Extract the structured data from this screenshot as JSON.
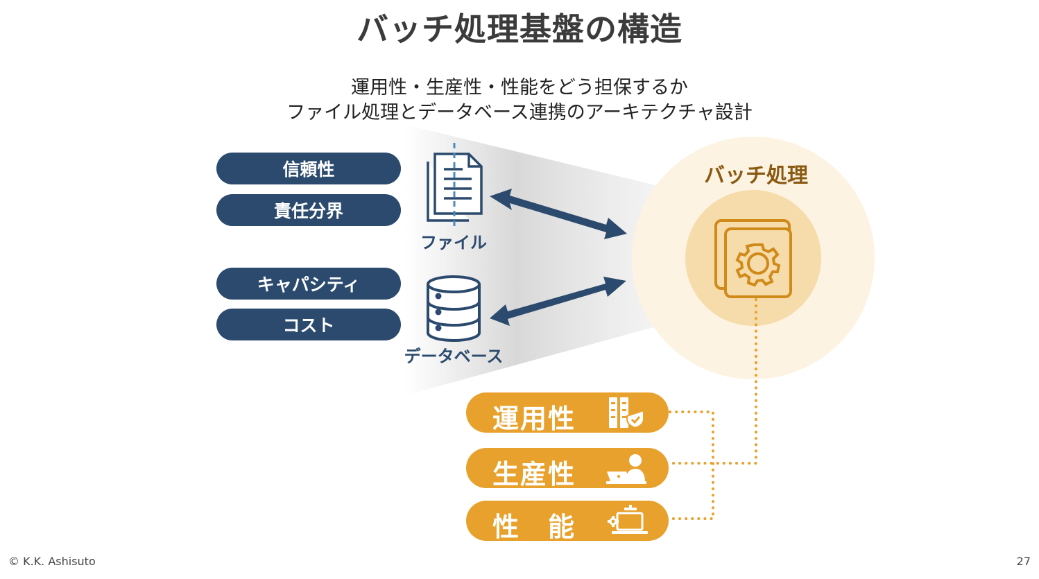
{
  "title": "バッチ処理基盤の構造",
  "subtitle": {
    "line1": "運用性・生産性・性能をどう担保するか",
    "line2": "ファイル処理とデータベース連携のアーキテクチャ設計"
  },
  "concerns": [
    {
      "label": "信頼性"
    },
    {
      "label": "責任分界"
    },
    {
      "label": "キャパシティ"
    },
    {
      "label": "コスト"
    }
  ],
  "sources": {
    "file": {
      "label": "ファイル",
      "icon": "document-icon"
    },
    "database": {
      "label": "データベース",
      "icon": "database-icon"
    }
  },
  "batch": {
    "label": "バッチ処理",
    "icon": "gear-window-icon"
  },
  "qualities": [
    {
      "label": "運用性",
      "icon": "server-shield-icon"
    },
    {
      "label": "生産性",
      "icon": "person-laptop-icon"
    },
    {
      "label": "性　能",
      "icon": "laptop-gear-icon"
    }
  ],
  "footer": {
    "copyright": "© K.K. Ashisuto",
    "page": "27"
  },
  "colors": {
    "navy": "#2b4a6d",
    "orange": "#e8a12c",
    "brown": "#8a5a12",
    "circle_outer": "#fdf3e2",
    "circle_inner": "#f6dcaa"
  }
}
